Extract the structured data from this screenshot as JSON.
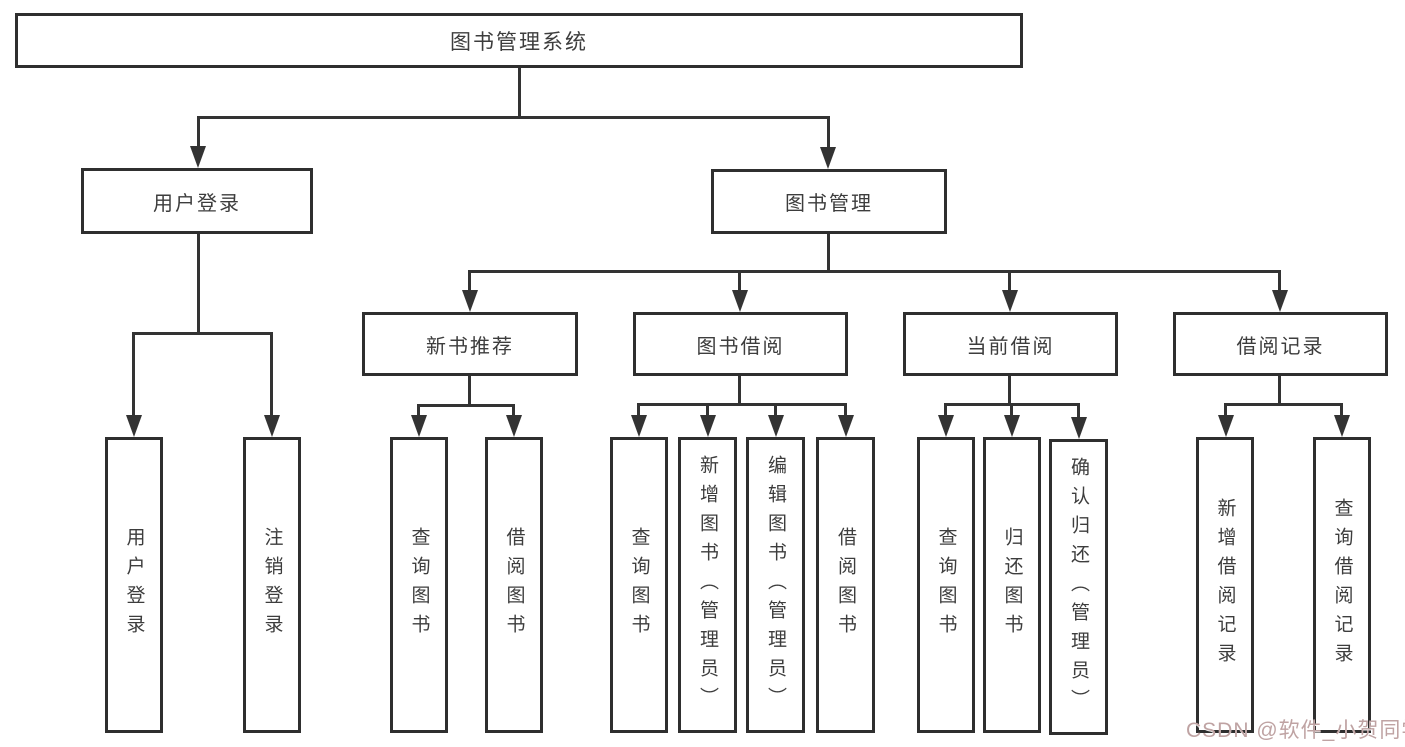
{
  "diagram": {
    "title_node": {
      "label": "图书管理系统"
    },
    "level1": {
      "user_login": {
        "label": "用户登录"
      },
      "book_mgmt": {
        "label": "图书管理"
      }
    },
    "level2": {
      "new_book_rec": {
        "label": "新书推荐"
      },
      "book_borrow": {
        "label": "图书借阅"
      },
      "current_borrow": {
        "label": "当前借阅"
      },
      "borrow_record": {
        "label": "借阅记录"
      }
    },
    "leaves": {
      "login": {
        "label": "用户登录"
      },
      "logout": {
        "label": "注销登录"
      },
      "nbr_query_books": {
        "label": "查询图书"
      },
      "nbr_borrow_books": {
        "label": "借阅图书"
      },
      "bb_query_books": {
        "label": "查询图书"
      },
      "bb_add_books": {
        "label": "新增图书（管理员）"
      },
      "bb_edit_books": {
        "label": "编辑图书（管理员）"
      },
      "bb_borrow_books": {
        "label": "借阅图书"
      },
      "cb_query_books": {
        "label": "查询图书"
      },
      "cb_return_books": {
        "label": "归还图书"
      },
      "cb_confirm_return": {
        "label": "确认归还（管理员）"
      },
      "br_add_record": {
        "label": "新增借阅记录"
      },
      "br_query_record": {
        "label": "查询借阅记录"
      }
    }
  },
  "watermark": {
    "text": "CSDN @软件_小贺同学"
  },
  "colors": {
    "line": "#333333",
    "box_border": "#2f2f2f",
    "text": "#3d3d3d",
    "background": "#ffffff",
    "watermark": "#bfa3a3"
  }
}
